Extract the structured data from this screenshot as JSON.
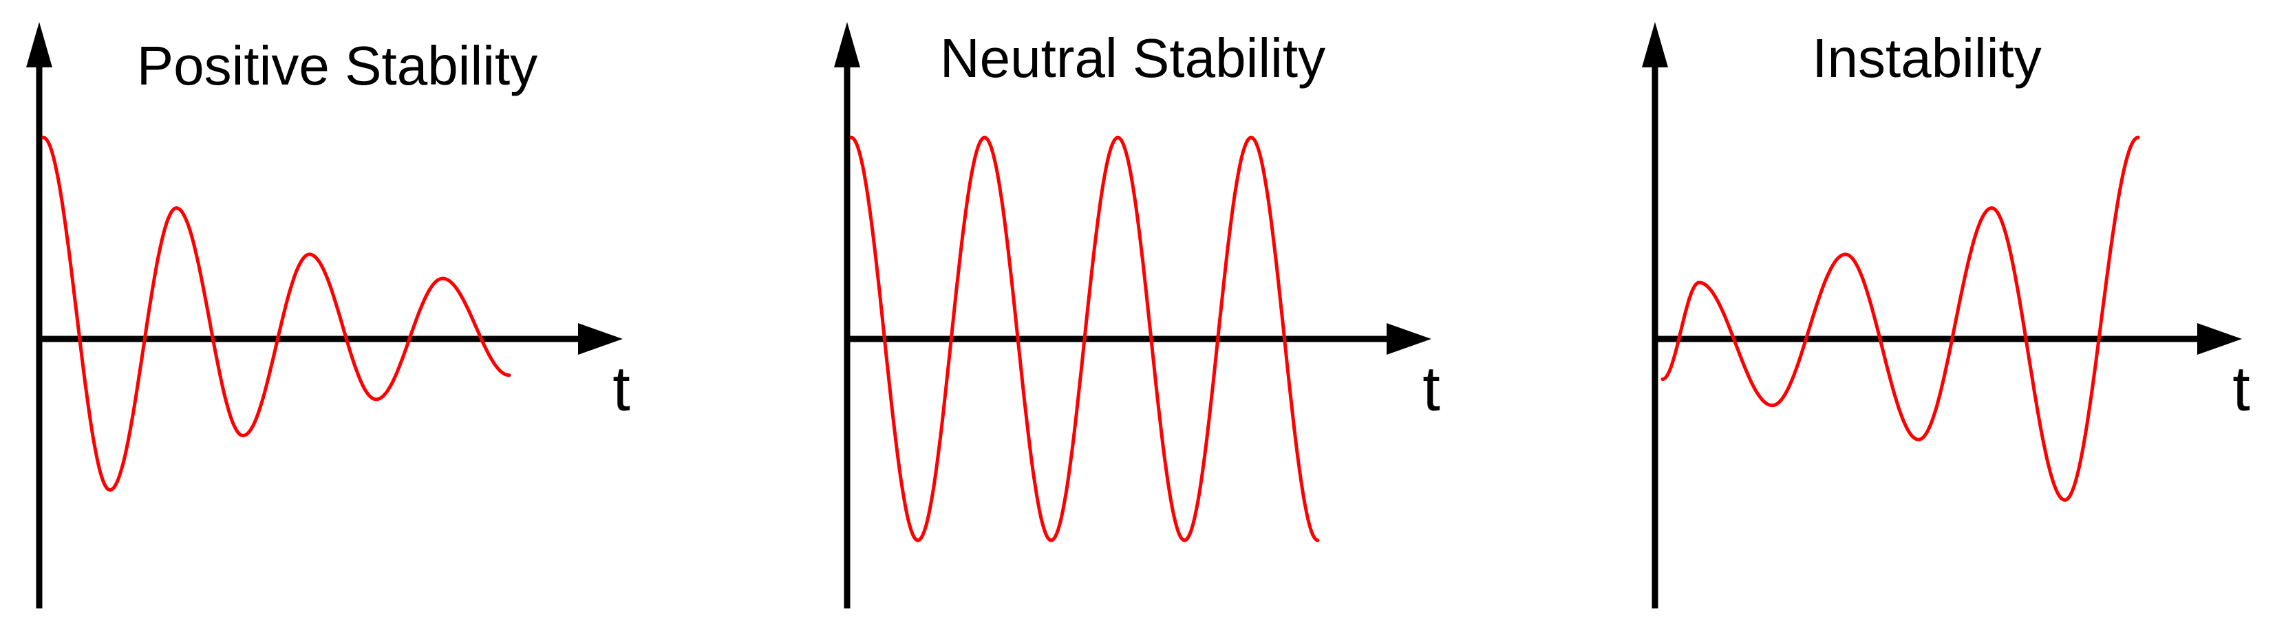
{
  "colors": {
    "axis": "#000000",
    "wave": "#ff0000",
    "background": "#ffffff"
  },
  "panels": [
    {
      "id": "positive",
      "title": "Positive Stability",
      "axis_label": "t",
      "behavior": "damped",
      "start_amplitude": 1.0,
      "peak_amplitudes": [
        1.0,
        -0.75,
        0.65,
        -0.48,
        0.42,
        -0.3,
        0.3,
        -0.18
      ]
    },
    {
      "id": "neutral",
      "title": "Neutral Stability",
      "axis_label": "t",
      "behavior": "constant",
      "start_amplitude": 1.0,
      "peak_amplitudes": [
        1.0,
        -1.0,
        1.0,
        -1.0,
        1.0,
        -1.0,
        1.0,
        -1.0
      ]
    },
    {
      "id": "instability",
      "title": "Instability",
      "axis_label": "t",
      "behavior": "growing",
      "start_amplitude": -0.2,
      "peak_amplitudes": [
        0.28,
        -0.33,
        0.42,
        -0.5,
        0.65,
        -0.8,
        1.0
      ]
    }
  ]
}
